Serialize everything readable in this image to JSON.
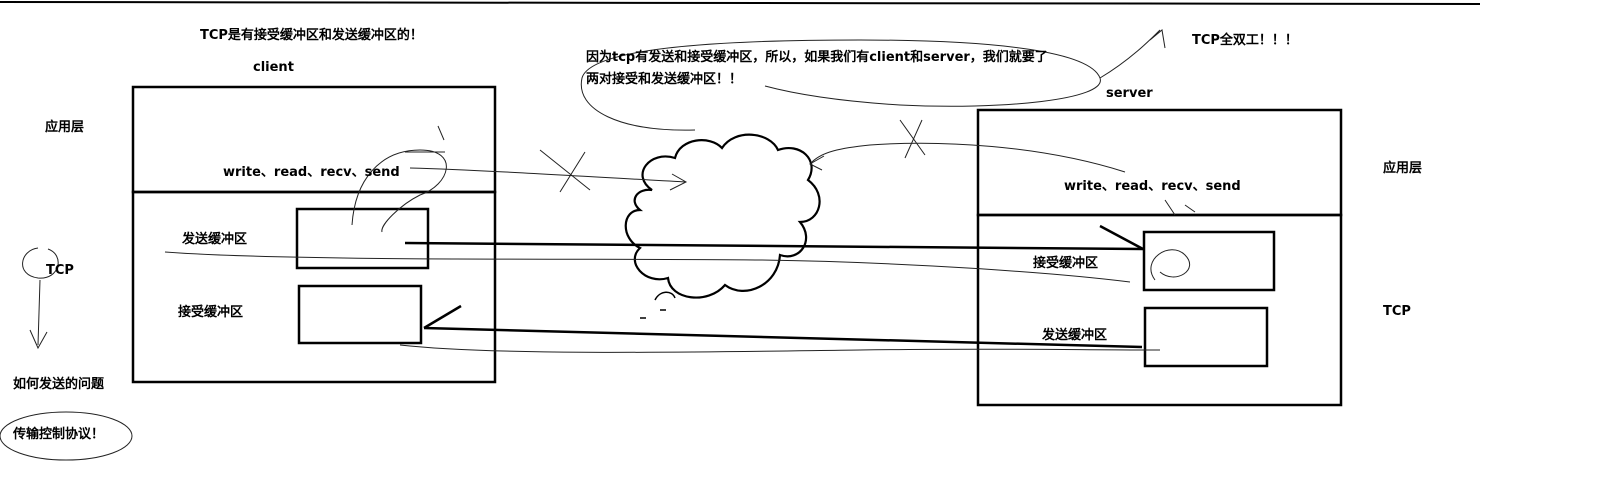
{
  "top_note": "TCP是有接受缓冲区和发送缓冲区的！",
  "full_duplex_note": "TCP全双工！！！",
  "cloud_note": {
    "line1": "因为tcp有发送和接受缓冲区，所以，如果我们有client和server，我们就要了",
    "line2": "两对接受和发送缓冲区！！"
  },
  "left_side": {
    "app_layer": "应用层",
    "tcp": "TCP",
    "question": "如何发送的问题",
    "protocol": "传输控制协议！"
  },
  "client": {
    "title": "client",
    "calls": "write、read、recv、send",
    "send_buffer": "发送缓冲区",
    "recv_buffer": "接受缓冲区"
  },
  "server": {
    "title": "server",
    "calls": "write、read、recv、send",
    "recv_buffer": "接受缓冲区",
    "send_buffer": "发送缓冲区",
    "app_layer": "应用层",
    "tcp": "TCP"
  }
}
